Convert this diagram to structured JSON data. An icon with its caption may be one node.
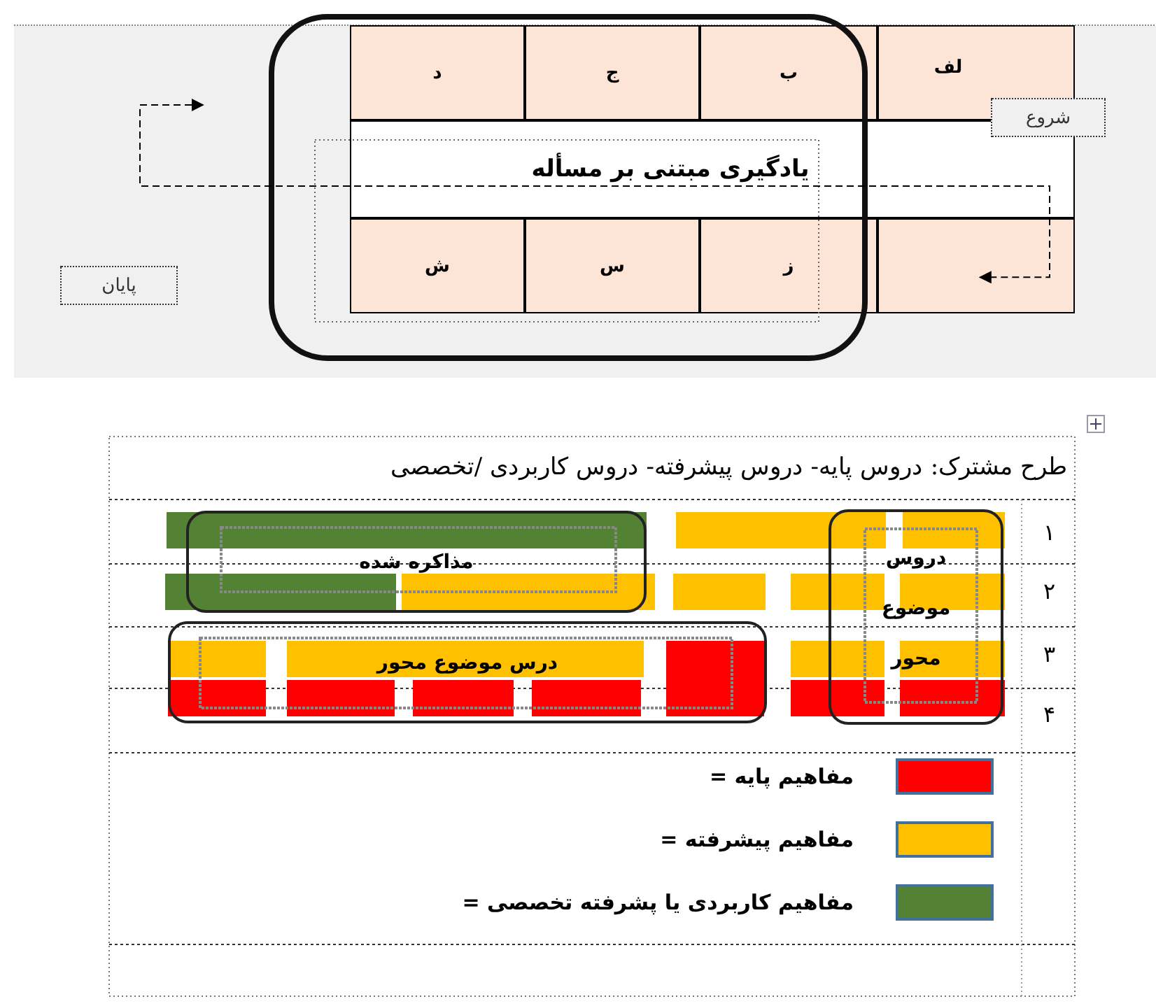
{
  "diagram": {
    "nodes": [
      {
        "text": [
          "لف"
        ]
      },
      {
        "text": [
          "ب"
        ]
      },
      {
        "text": [
          "ج"
        ]
      },
      {
        "text": [
          "د"
        ]
      },
      {
        "text": [
          "یادگیری مبتنی بر مسأله"
        ]
      },
      {
        "text": [],
        "shape": "box"
      },
      {
        "text": [
          "ز"
        ]
      },
      {
        "text": [
          "س"
        ]
      },
      {
        "text": [
          "ش"
        ]
      },
      {
        "text": [
          "شروع"
        ]
      },
      {
        "text": [
          "پایان"
        ]
      },
      {
        "text": [
          "دروس موضوع محور"
        ]
      },
      {
        "text": [
          "مذاکره شده"
        ]
      },
      {
        "text": [
          "درس موضوع محور"
        ]
      }
    ],
    "edges": [
      {
        "from": null,
        "to": 5,
        "arrow": "both",
        "style": "dashed"
      }
    ],
    "labels": [
      "طرح مشترک: دروس پایه- دروس پیشرفته- دروس کاربردی /تخصصی",
      "۱",
      "۲",
      "۳",
      "۴"
    ],
    "legend": [
      {
        "text": "مفاهیم پایه =",
        "color": "#ff0000"
      },
      {
        "text": "مفاهیم پیشرفته =",
        "color": "#ffc000"
      },
      {
        "text": "مفاهیم کاربردی یا پشرفته تخصصی =",
        "color": "#548235"
      }
    ]
  }
}
